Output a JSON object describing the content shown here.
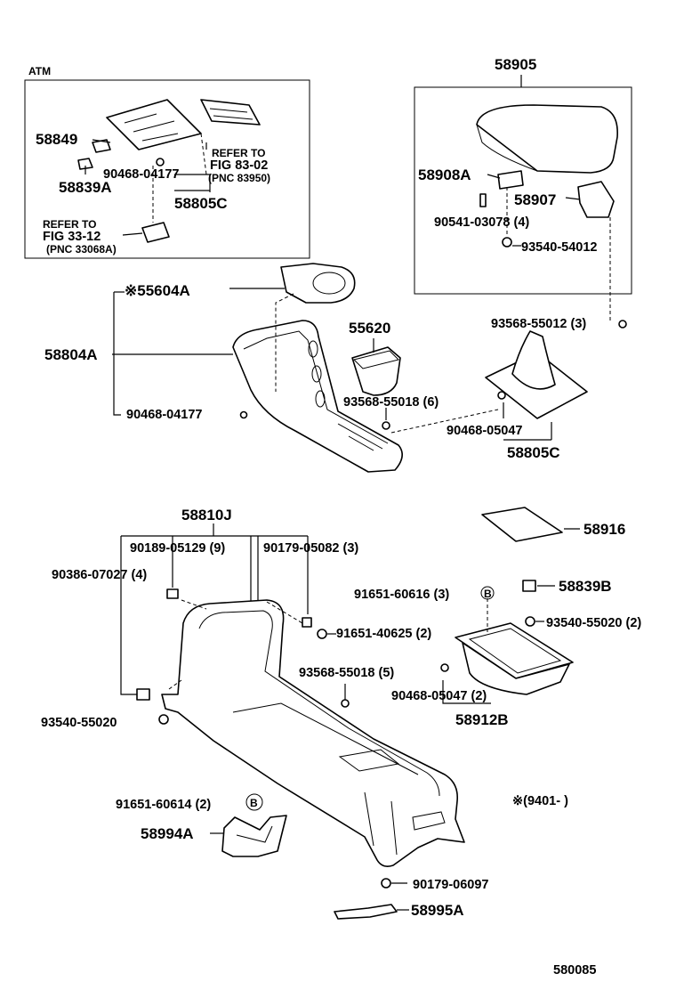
{
  "labels": {
    "atm": "ATM",
    "p58905": "58905",
    "p58849": "58849",
    "p58839a": "58839A",
    "p90468_04177_top": "90468-04177",
    "refer_83_l1": "REFER TO",
    "refer_83_l2": "FIG 83-02",
    "refer_83_l3": "(PNC 83950)",
    "p58805c_top": "58805C",
    "refer_33_l1": "REFER TO",
    "refer_33_l2": "FIG 33-12",
    "refer_33_l3": "(PNC 33068A)",
    "p58908a": "58908A",
    "p58907": "58907",
    "p90541": "90541-03078 (4)",
    "p93540_54012": "93540-54012",
    "p55604a": "※55604A",
    "p93568_55012": "93568-55012 (3)",
    "p58804a": "58804A",
    "p55620": "55620",
    "p93568_55018_6": "93568-55018 (6)",
    "p90468_04177_mid": "90468-04177",
    "p90468_05047": "90468-05047",
    "p58805c_mid": "58805C",
    "p58810j": "58810J",
    "p90189": "90189-05129 (9)",
    "p90179_05082": "90179-05082 (3)",
    "p58916": "58916",
    "p90386": "90386-07027 (4)",
    "p91651_60616": "91651-60616 (3)",
    "b_marker": "B",
    "p58839b": "58839B",
    "p93540_55020_r": "93540-55020 (2)",
    "p91651_40625": "91651-40625 (2)",
    "p93568_55018_5": "93568-55018 (5)",
    "p90468_05047_2": "90468-05047 (2)",
    "p58912b": "58912B",
    "p93540_55020_l": "93540-55020",
    "p91651_60614": "91651-60614 (2)",
    "p58994a": "58994A",
    "note_9401": "※(9401-        )",
    "p90179_06097": "90179-06097",
    "p58995a": "58995A",
    "fig_no": "580085"
  }
}
